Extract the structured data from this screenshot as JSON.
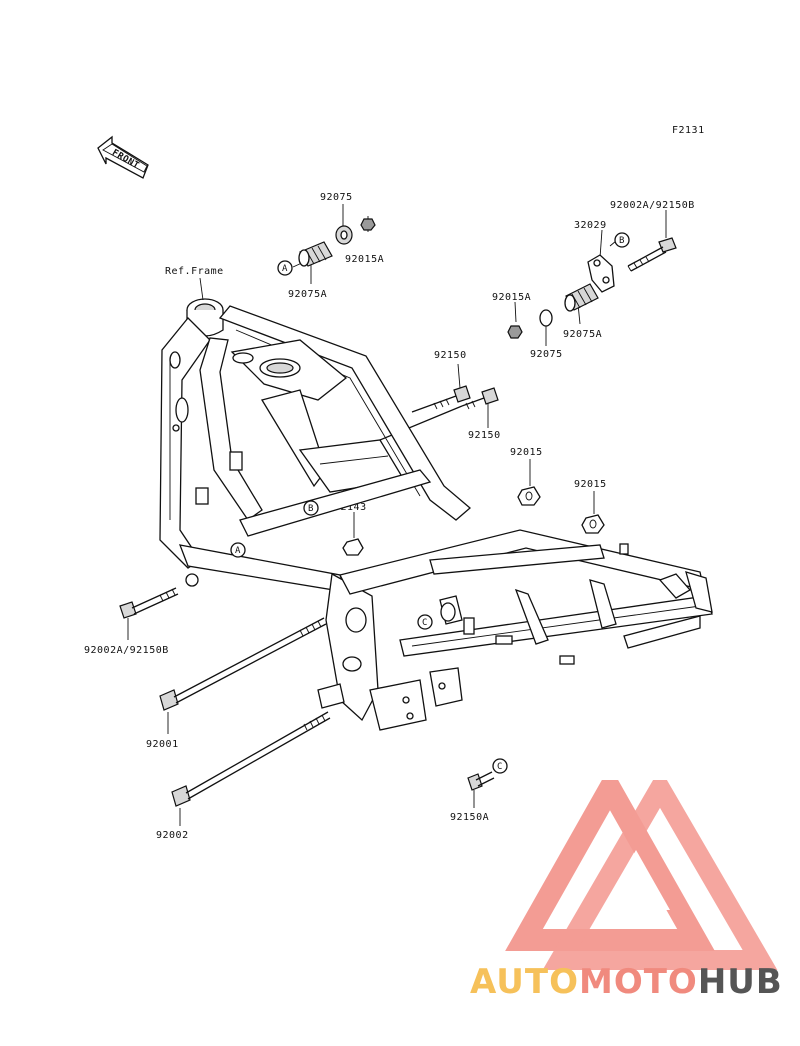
{
  "diagram": {
    "code": "F2131",
    "front_label": "FRONT",
    "ref_frame_label": "Ref.Frame",
    "parts": {
      "p92075_top": "92075",
      "p92015A_top": "92015A",
      "p92075A_top": "92075A",
      "p92002A_right": "92002A/92150B",
      "p32029": "32029",
      "p92015A_right": "92015A",
      "p92075A_right": "92075A",
      "p92075_right": "92075",
      "p92150_a": "92150",
      "p92150_b": "92150",
      "p92015_a": "92015",
      "p92015_b": "92015",
      "p92143": "92143",
      "p92002A_left": "92002A/92150B",
      "p92001": "92001",
      "p92002": "92002",
      "p92150A": "92150A"
    },
    "callouts": {
      "a_top": "A",
      "b_top": "B",
      "a_frame": "A",
      "b_frame": "B",
      "c_frame": "C",
      "c_bottom": "C"
    }
  },
  "watermark": {
    "auto": "AUTO",
    "moto": "MOTO",
    "hub": "HUB",
    "colors": {
      "auto": "#f6c15a",
      "moto": "#f08a7e",
      "hub": "#555555",
      "logo": "#f28b82"
    }
  }
}
